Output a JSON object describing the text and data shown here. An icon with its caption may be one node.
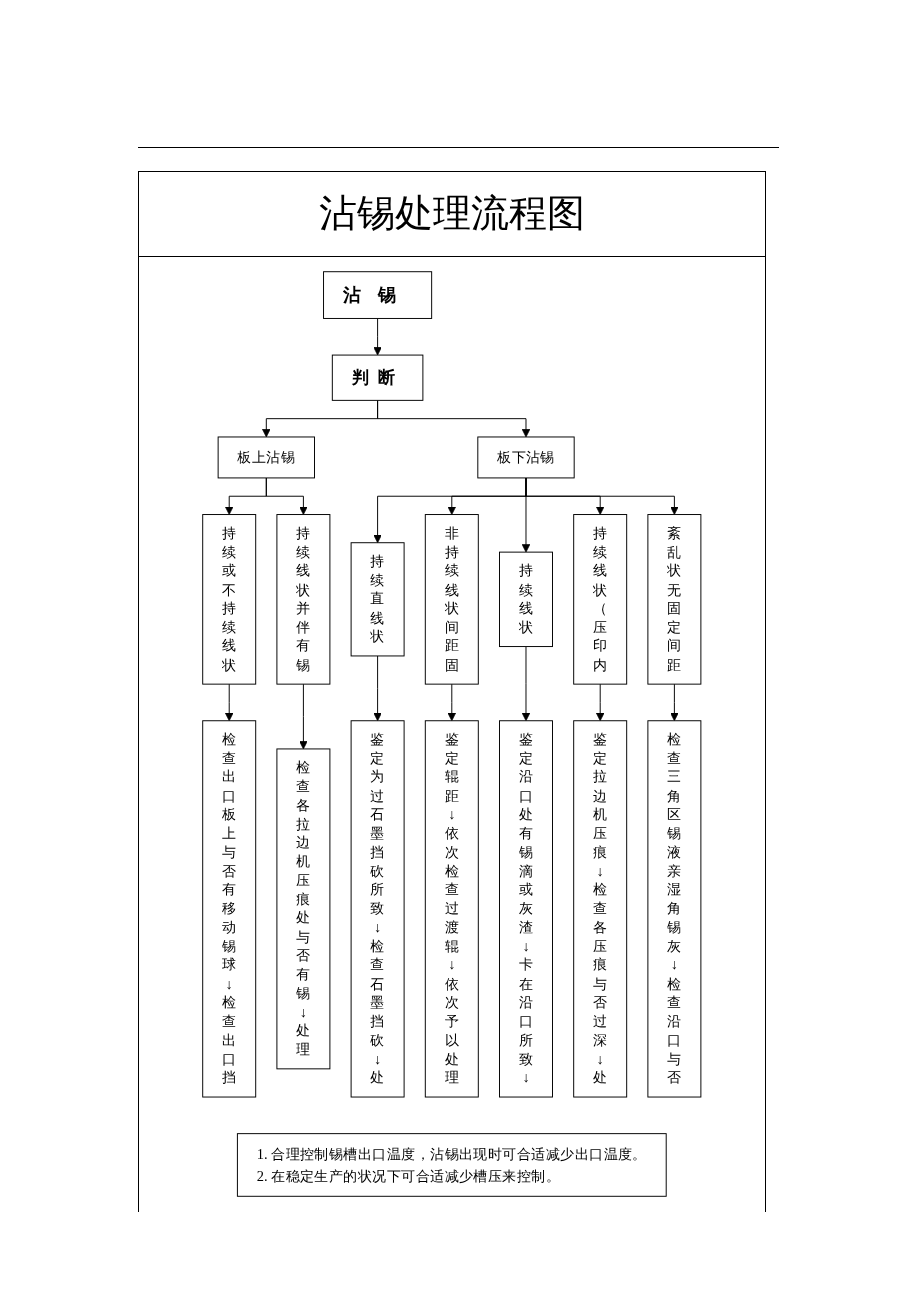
{
  "diagram": {
    "title": "沾锡处理流程图",
    "nodes": [
      {
        "text": [
          "沾锡"
        ]
      },
      {
        "text": [
          "判断"
        ]
      },
      {
        "text": [
          "板上沾锡"
        ]
      },
      {
        "text": [
          "板下沾锡"
        ]
      },
      {
        "text": [
          "持续或不持续线状"
        ]
      },
      {
        "text": [
          "持续线状并伴有锡"
        ]
      },
      {
        "text": [
          "持续直线状"
        ]
      },
      {
        "text": [
          "非持续线状间距固"
        ]
      },
      {
        "text": [
          "持续线状"
        ]
      },
      {
        "text": [
          "持续线状（压印内"
        ]
      },
      {
        "text": [
          "紊乱状无固定间距"
        ]
      },
      {
        "text": [
          "检查出口板上与否有移动锡球↓检查出口挡"
        ]
      },
      {
        "text": [
          "检查各拉边机压痕处与否有锡↓处理"
        ]
      },
      {
        "text": [
          "鉴定为过石墨挡砍所致↓检查石墨挡砍↓处"
        ]
      },
      {
        "text": [
          "鉴定辊距↓依次检查过渡辊↓依次予以处理"
        ]
      },
      {
        "text": [
          "鉴定沿口处有锡滴或灰渣↓卡在沿口所致↓"
        ]
      },
      {
        "text": [
          "鉴定拉边机压痕↓检查各压痕与否过深↓处"
        ]
      },
      {
        "text": [
          "检查三角区锡液亲湿角锡灰↓检查沿口与否"
        ]
      },
      {
        "text": [
          "1. 合理控制锡槽出口温度，沾锡出现时可合适减少出口温度。",
          "2. 在稳定生产的状况下可合适减少槽压来控制。"
        ]
      }
    ],
    "edges": [
      {
        "from": 0,
        "to": 1,
        "arrow": "to"
      },
      {
        "from": 1,
        "to": 2,
        "arrow": "to"
      },
      {
        "from": 1,
        "to": 3,
        "arrow": "to"
      },
      {
        "from": 2,
        "to": 4,
        "arrow": "to"
      },
      {
        "from": 2,
        "to": 5,
        "arrow": "to"
      },
      {
        "from": 3,
        "to": 6,
        "arrow": "to"
      },
      {
        "from": 3,
        "to": 7,
        "arrow": "to"
      },
      {
        "from": 3,
        "to": 8,
        "arrow": "to"
      },
      {
        "from": 3,
        "to": 9,
        "arrow": "to"
      },
      {
        "from": 3,
        "to": 10,
        "arrow": "to"
      },
      {
        "from": 4,
        "to": 11,
        "arrow": "to"
      },
      {
        "from": 5,
        "to": 12,
        "arrow": "to"
      },
      {
        "from": 6,
        "to": 13,
        "arrow": "to"
      },
      {
        "from": 7,
        "to": 14,
        "arrow": "to"
      },
      {
        "from": 8,
        "to": 15,
        "arrow": "to"
      },
      {
        "from": 9,
        "to": 16,
        "arrow": "to"
      },
      {
        "from": 10,
        "to": 17,
        "arrow": "to"
      }
    ]
  }
}
